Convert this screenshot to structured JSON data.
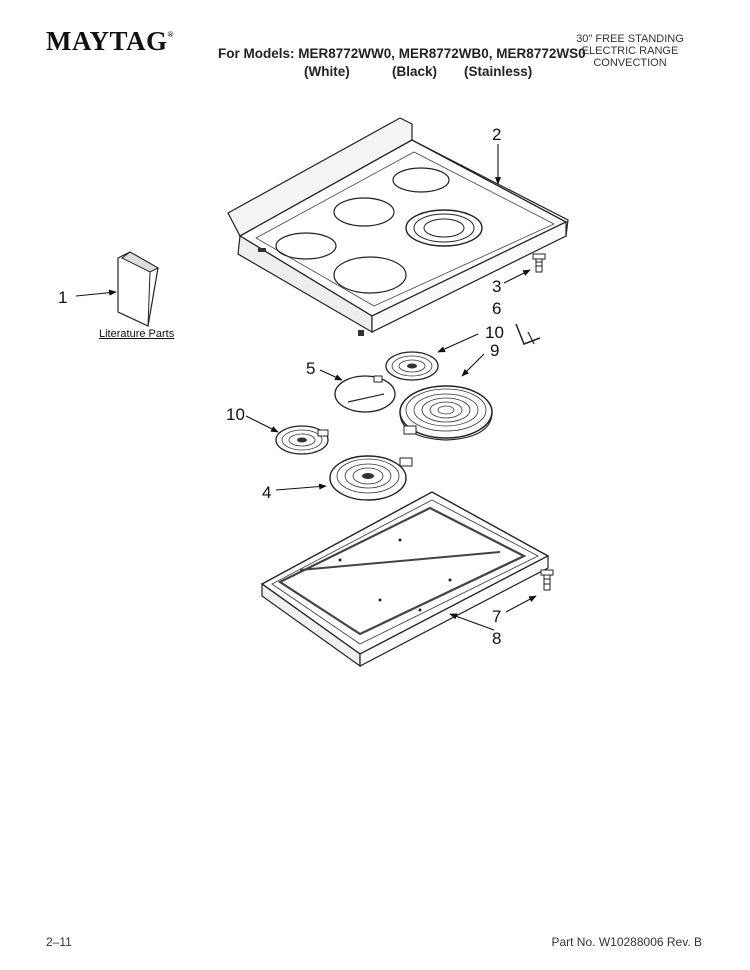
{
  "header": {
    "brand": "MAYTAG",
    "brand_mark": "®",
    "models_line": "For Models: MER8772WW0, MER8772WB0, MER8772WS0",
    "variants": [
      "(White)",
      "(Black)",
      "(Stainless)"
    ],
    "product_lines": [
      "30\" FREE STANDING",
      "ELECTRIC RANGE",
      "CONVECTION"
    ]
  },
  "diagram": {
    "literature_label": "Literature Parts",
    "callouts": [
      "1",
      "2",
      "3",
      "6",
      "10",
      "9",
      "5",
      "10",
      "4",
      "7",
      "8"
    ]
  },
  "footer": {
    "page": "2–11",
    "part_no": "Part No. W10288006 Rev. B"
  }
}
